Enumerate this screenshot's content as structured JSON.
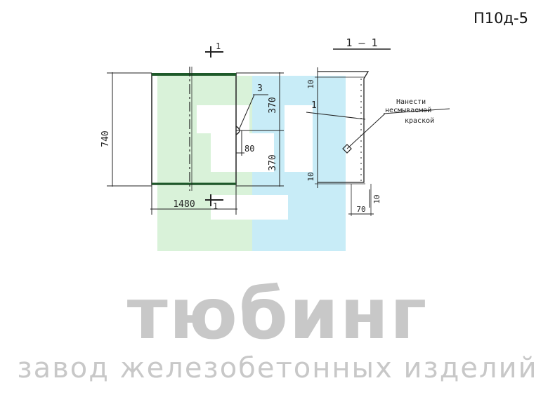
{
  "drawing": {
    "code": "П10д-5",
    "section_mark": "1",
    "section_label": "1 — 1",
    "dimensions": {
      "height_total": "740",
      "width": "1480",
      "upper_half": "370",
      "lower_half": "370",
      "offset": "80",
      "top_margin": "10",
      "bottom_margin": "10",
      "thickness": "70",
      "edge": "10"
    },
    "callouts": {
      "item_3": "3",
      "item_1": "1"
    },
    "note_lines": [
      "Нанести",
      "несмываемой",
      "краской"
    ]
  },
  "watermark": {
    "brand": "тюбинг",
    "tagline": "завод железобетонных изделий",
    "green": "#d9f2d9",
    "blue": "#c8ecf7",
    "text_color": "#c8c8c8"
  }
}
